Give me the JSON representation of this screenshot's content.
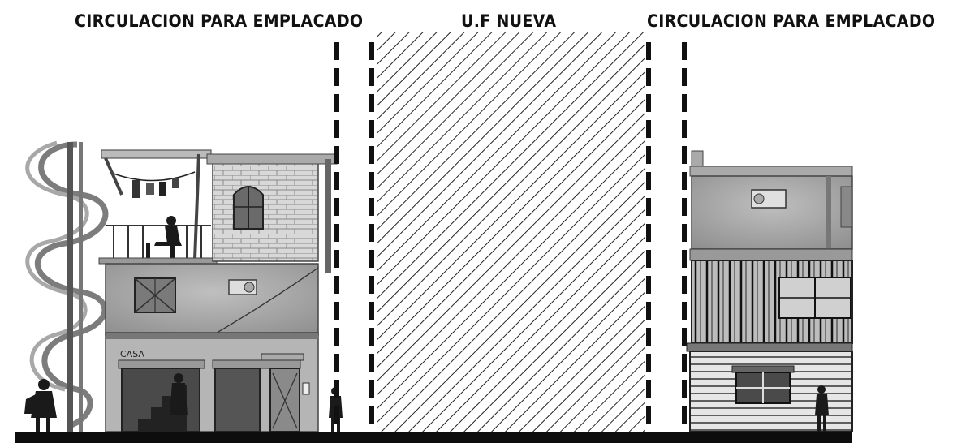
{
  "labels": {
    "left": "CIRCULACION PARA EMPLACADO",
    "center": "U.F NUEVA",
    "right": "CIRCULACION PARA EMPLACADO"
  },
  "signage": {
    "shop_sign": "CASA"
  },
  "colors": {
    "ink": "#111111",
    "wall_light": "#c9c9c9",
    "wall_mid": "#9a9a9a",
    "hatch": "#222222",
    "ground": "#0d0d0d"
  }
}
